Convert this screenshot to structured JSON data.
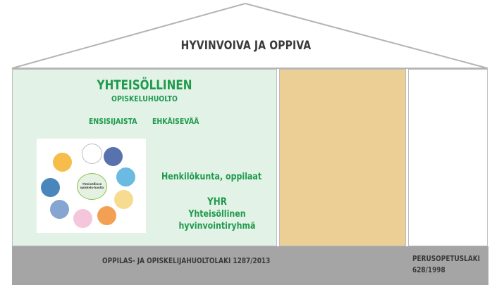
{
  "roof": {
    "title": "HYVINVOIVA JA OPPIVA"
  },
  "left_column": {
    "heading": "YHTEISÖLLINEN",
    "subheading": "OPISKELUHUOLTO",
    "label_primary": "ENSISIJAISTA",
    "label_preventive": "EHKÄISEVÄÄ",
    "staff_pupils": "Henkilökunta, oppilaat",
    "yhr_abbr": "YHR",
    "yhr_line1": "Yhteisöllinen",
    "yhr_line2": "hyvinvointiryhmä",
    "diagram_hub": "Yhteisöllinen opiskelu-huolto"
  },
  "foundation": {
    "law_left": "OPPILAS- JA OPISKELIJAHUOLTOLAKI 1287/2013",
    "law_right_line1": "PERUSOPETUSLAKI",
    "law_right_line2": "628/1998"
  },
  "colors": {
    "green_panel": "#e2f2e7",
    "tan_panel": "#ebcf95",
    "foundation": "#a5a5a5",
    "green_text": "#1f9a4c",
    "dark_text": "#3a3a3a"
  }
}
